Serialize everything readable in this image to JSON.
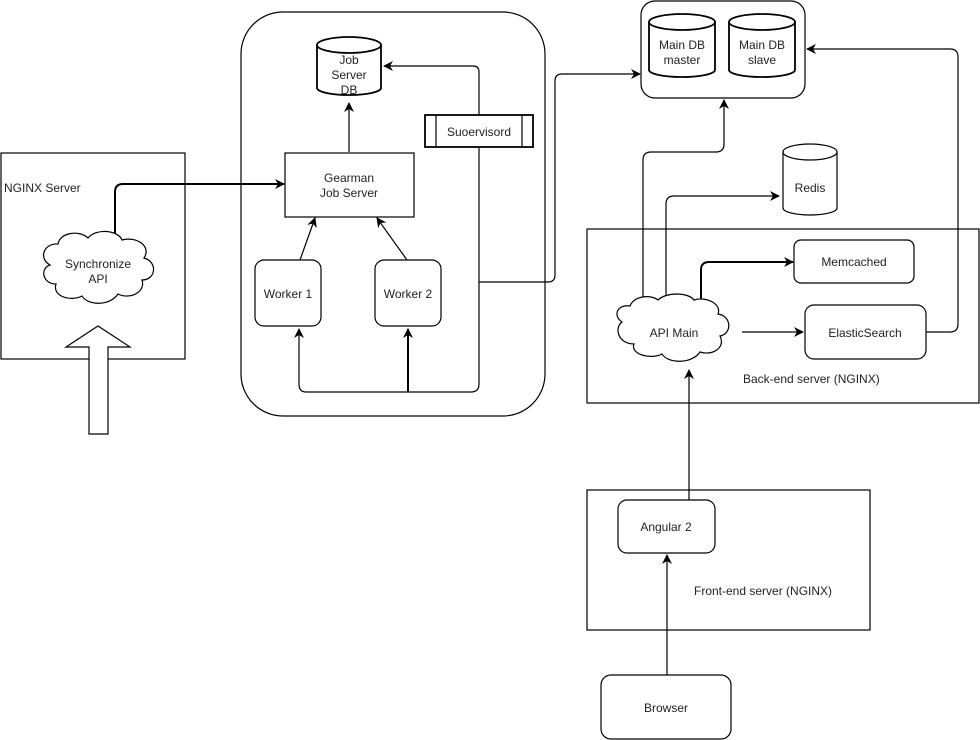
{
  "diagram": {
    "containers": {
      "nginx_server": "NGINX Server",
      "gearman_group": "",
      "main_db_group": "",
      "backend_server": "Back-end server (NGINX)",
      "frontend_server": "Front-end server (NGINX)"
    },
    "nodes": {
      "synchronize_api": [
        "Synchronize",
        "API"
      ],
      "job_server_db": [
        "Job",
        "Server",
        "DB"
      ],
      "gearman_job_server": [
        "Gearman",
        "Job Server"
      ],
      "supervisord": "Suoervisord",
      "worker1": "Worker 1",
      "worker2": "Worker 2",
      "main_db_master": [
        "Main DB",
        "master"
      ],
      "main_db_slave": [
        "Main DB",
        "slave"
      ],
      "redis": "Redis",
      "memcached": "Memcached",
      "api_main": "API Main",
      "elasticsearch": "ElasticSearch",
      "angular2": "Angular 2",
      "browser": "Browser"
    },
    "edges": [
      {
        "from": "synchronize_api",
        "to": "gearman_job_server"
      },
      {
        "from": "gearman_job_server",
        "to": "job_server_db"
      },
      {
        "from": "worker1",
        "to": "gearman_job_server"
      },
      {
        "from": "worker2",
        "to": "gearman_job_server"
      },
      {
        "from": "supervisord",
        "to": "job_server_db"
      },
      {
        "from": "supervisord",
        "to": "worker1"
      },
      {
        "from": "supervisord",
        "to": "worker2"
      },
      {
        "from": "gearman_group",
        "to": "main_db_group"
      },
      {
        "from": "api_main",
        "to": "main_db_group"
      },
      {
        "from": "api_main",
        "to": "redis"
      },
      {
        "from": "api_main",
        "to": "memcached"
      },
      {
        "from": "api_main",
        "to": "elasticsearch"
      },
      {
        "from": "elasticsearch",
        "to": "main_db_group"
      },
      {
        "from": "angular2",
        "to": "api_main"
      },
      {
        "from": "browser",
        "to": "angular2"
      },
      {
        "from": "external",
        "to": "synchronize_api"
      }
    ]
  }
}
